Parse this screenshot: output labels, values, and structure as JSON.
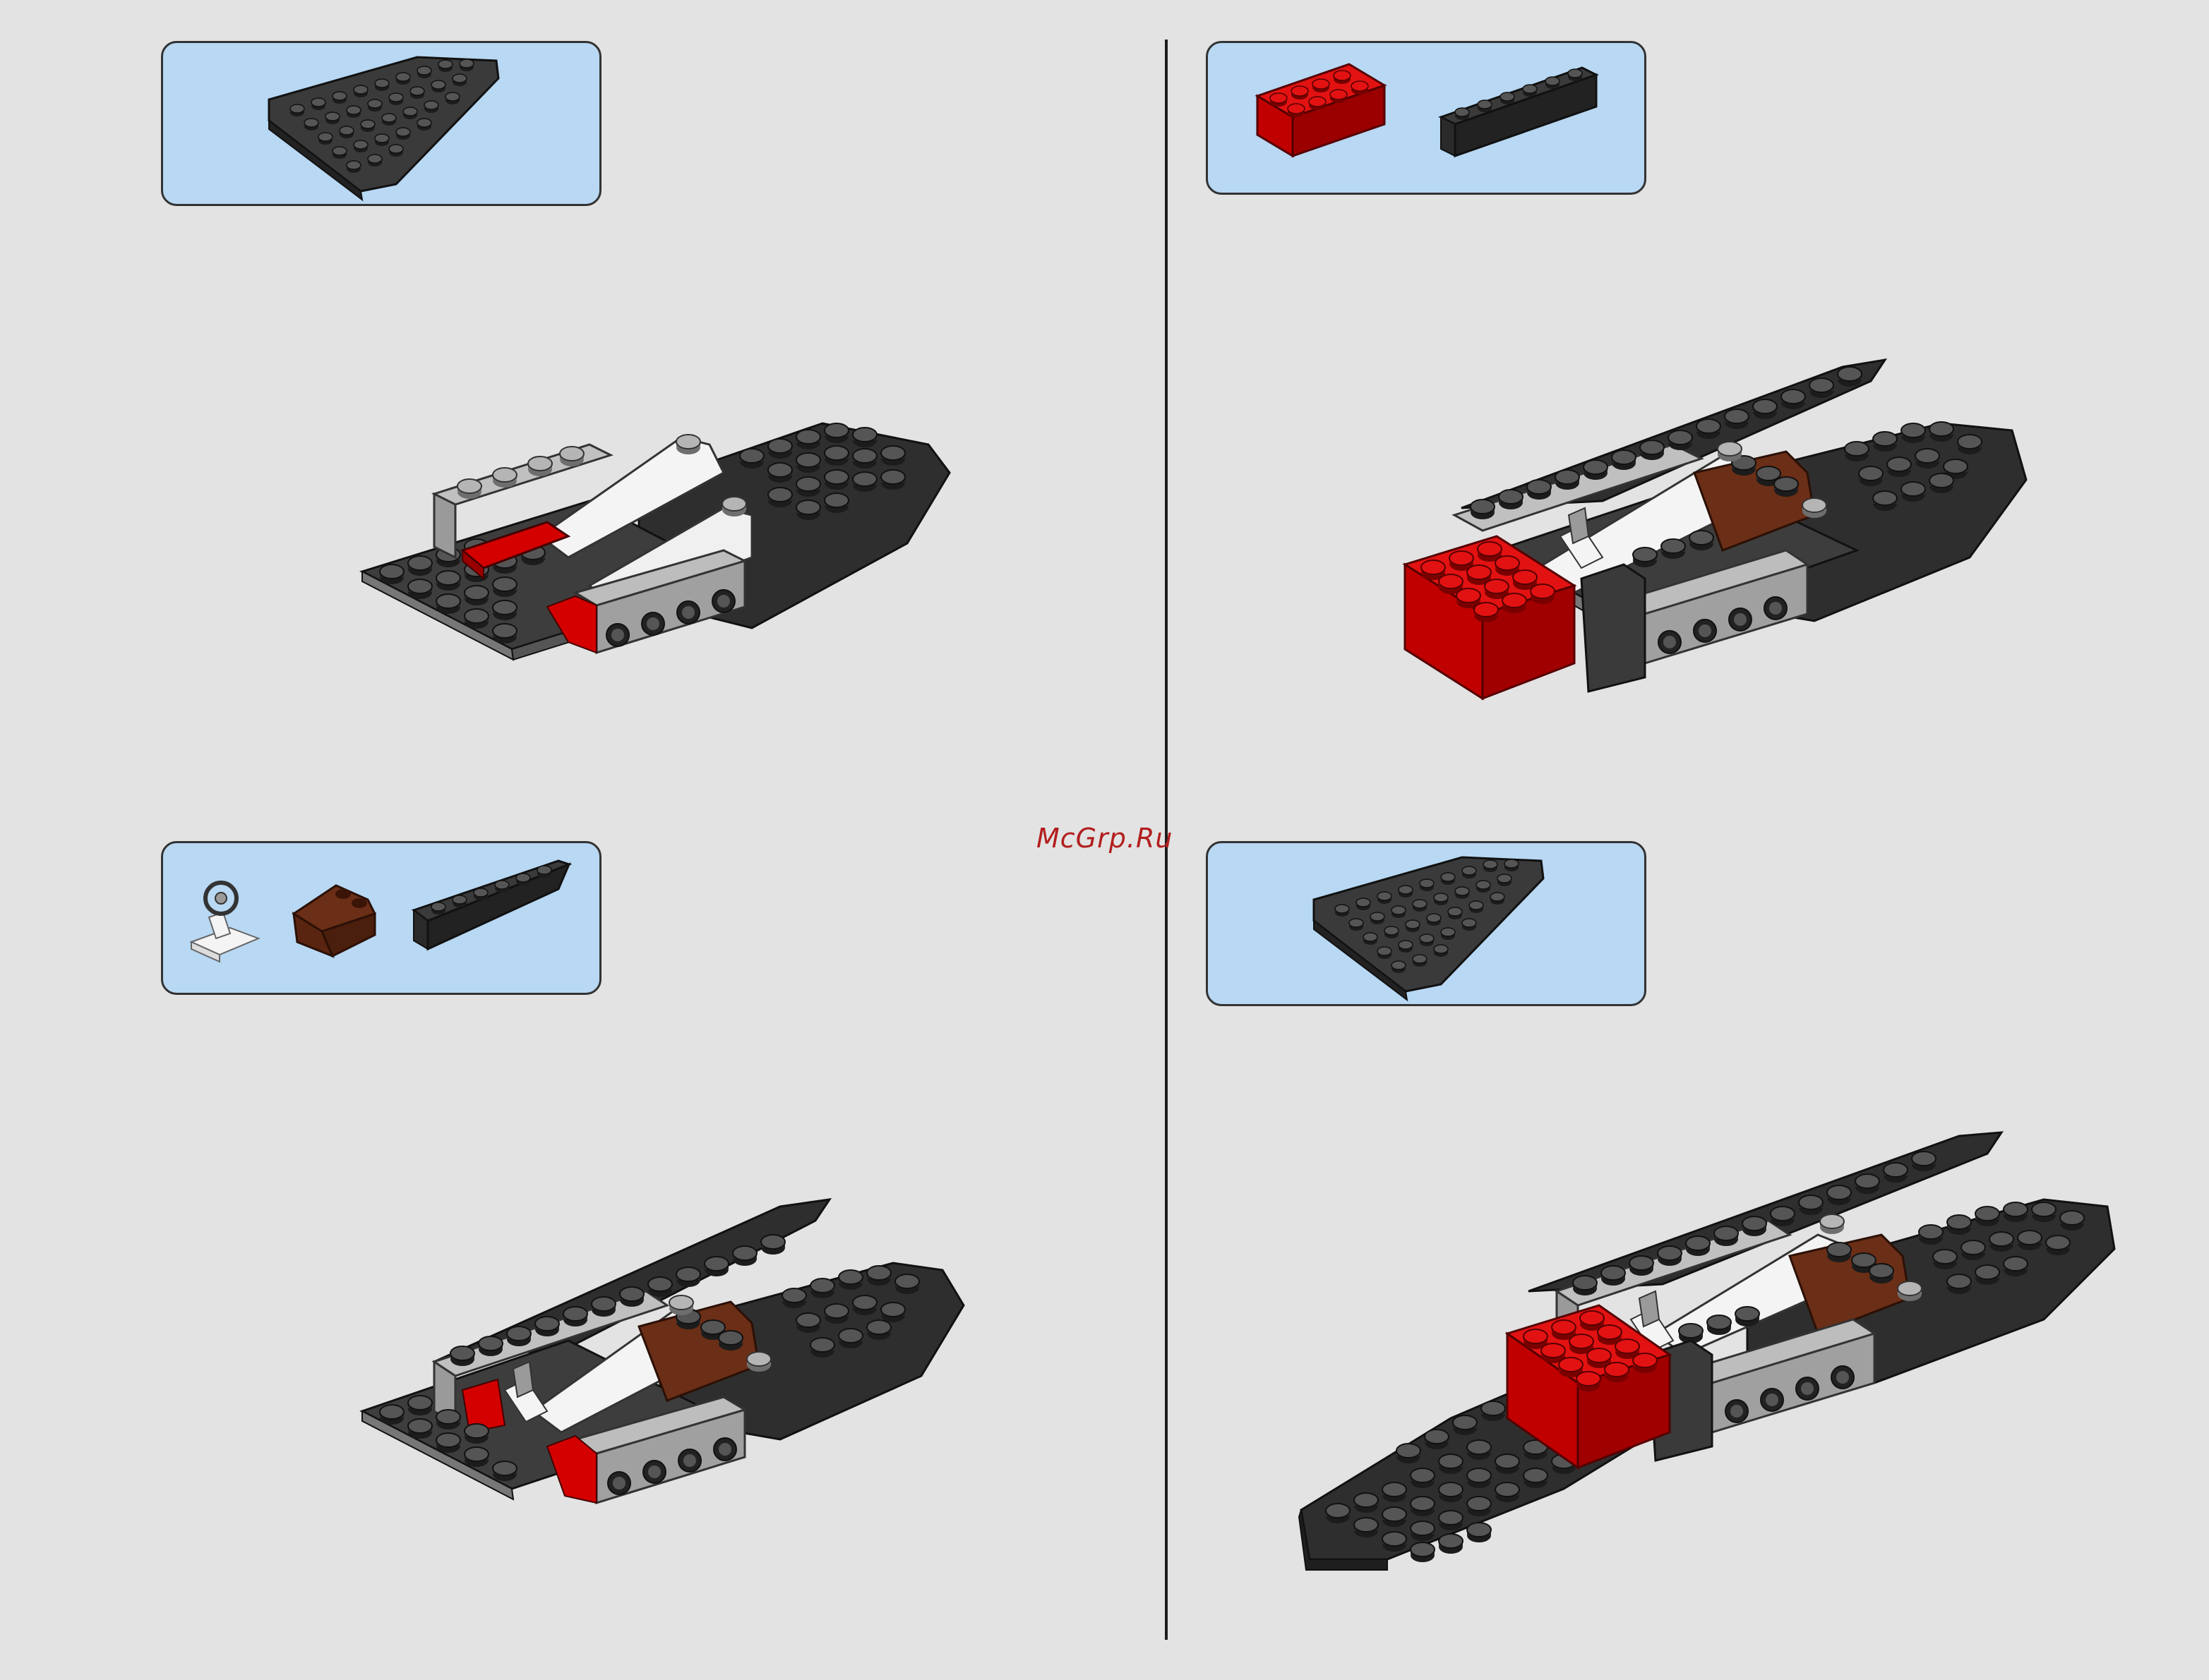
{
  "watermark": {
    "text": "McGrp.Ru",
    "color": "#b21e1e"
  },
  "colors": {
    "background": "#e3e3e3",
    "parts_box": "#b8d8f3",
    "dark_gray": "#3c3c3c",
    "light_gray": "#a9a9a9",
    "red": "#d40000",
    "brown": "#6b2e16",
    "white": "#f4f4f4"
  },
  "steps": [
    {
      "parts": [
        "dark-gray-wedge-plate"
      ],
      "model": "base-with-red-and-white-slopes"
    },
    {
      "parts": [
        "red-brick-2x4",
        "dark-gray-brick-1x6"
      ],
      "model": "base-with-red-brick-added"
    },
    {
      "parts": [
        "white-steering-wheel",
        "brown-slope",
        "dark-gray-curved-slope"
      ],
      "model": "base-with-cockpit-added"
    },
    {
      "parts": [
        "dark-gray-wedge-plate"
      ],
      "model": "completed-hull-assembly"
    }
  ]
}
